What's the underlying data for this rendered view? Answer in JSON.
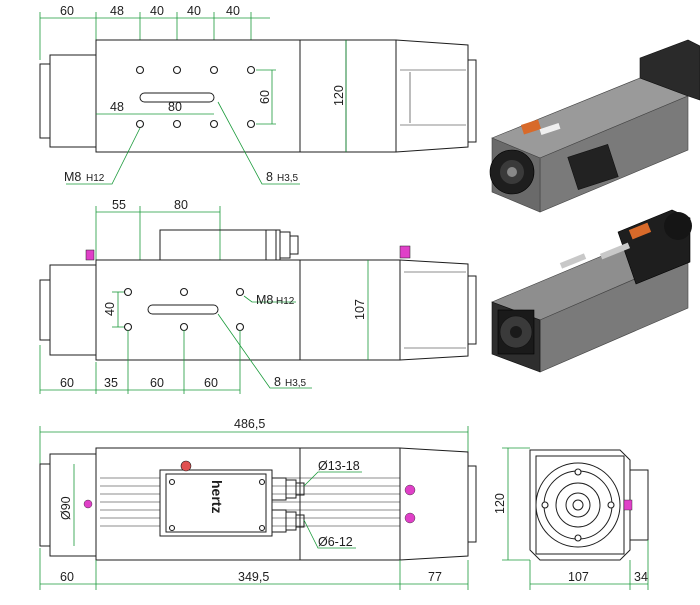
{
  "colors": {
    "line": "#1e1e1e",
    "dimension": "#1a9a3a",
    "fitting": "#e040c8",
    "knob": "#e05050",
    "body_render": "#8c8c8c",
    "dark_render": "#2a2a2a"
  },
  "top_view": {
    "dims_top": [
      "60",
      "48",
      "40",
      "40",
      "40"
    ],
    "dim_height": "120",
    "dim_hole_spacing": "60",
    "dim_slot_offset": "48",
    "dim_slot_length": "80",
    "label_thread": "M8",
    "label_thread_tol": "H12",
    "label_pin": "8",
    "label_pin_tol": "H3,5"
  },
  "front_view": {
    "dims_top": [
      "55",
      "80"
    ],
    "dim_hole_spacing": "40",
    "dim_height": "107",
    "dims_bottom": [
      "60",
      "35",
      "60",
      "60"
    ],
    "label_thread": "M8",
    "label_thread_tol": "H12",
    "label_pin": "8",
    "label_pin_tol": "H3,5"
  },
  "bottom_view": {
    "dim_total": "486,5",
    "dim_diameter": "Ø90",
    "label_port_a": "Ø13-18",
    "label_port_b": "Ø6-12",
    "brand": "hertz",
    "dims_bottom": [
      "60",
      "349,5",
      "77"
    ]
  },
  "end_view": {
    "dim_height": "120",
    "dims_bottom": [
      "107",
      "34"
    ]
  }
}
